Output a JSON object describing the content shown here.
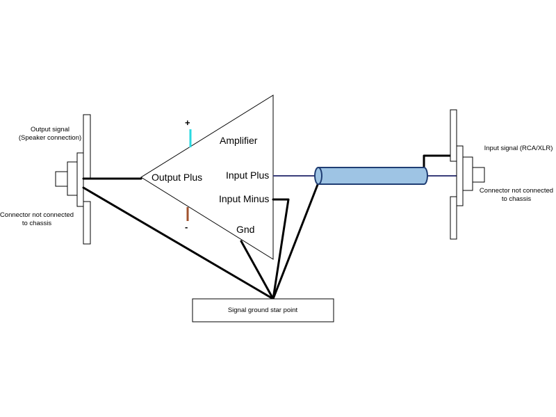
{
  "colors": {
    "plus_terminal": "#2ad9e0",
    "minus_terminal": "#a0522d",
    "signal_wire": "#3a3d7a",
    "cable_fill": "#9ec4e4",
    "cable_stroke": "#1f3d73"
  },
  "left_connector": {
    "title_line1": "Output signal",
    "title_line2": "(Speaker connection)",
    "note_line1": "Connector not connected",
    "note_line2": "to chassis"
  },
  "right_connector": {
    "title": "Input signal (RCA/XLR)",
    "note_line1": "Connector not connected",
    "note_line2": "to chassis"
  },
  "amplifier": {
    "title": "Amplifier",
    "output_plus": "Output Plus",
    "input_plus": "Input Plus",
    "input_minus": "Input Minus",
    "gnd": "Gnd",
    "plus_sign": "+",
    "minus_sign": "-"
  },
  "ground": {
    "label": "Signal ground star point"
  }
}
